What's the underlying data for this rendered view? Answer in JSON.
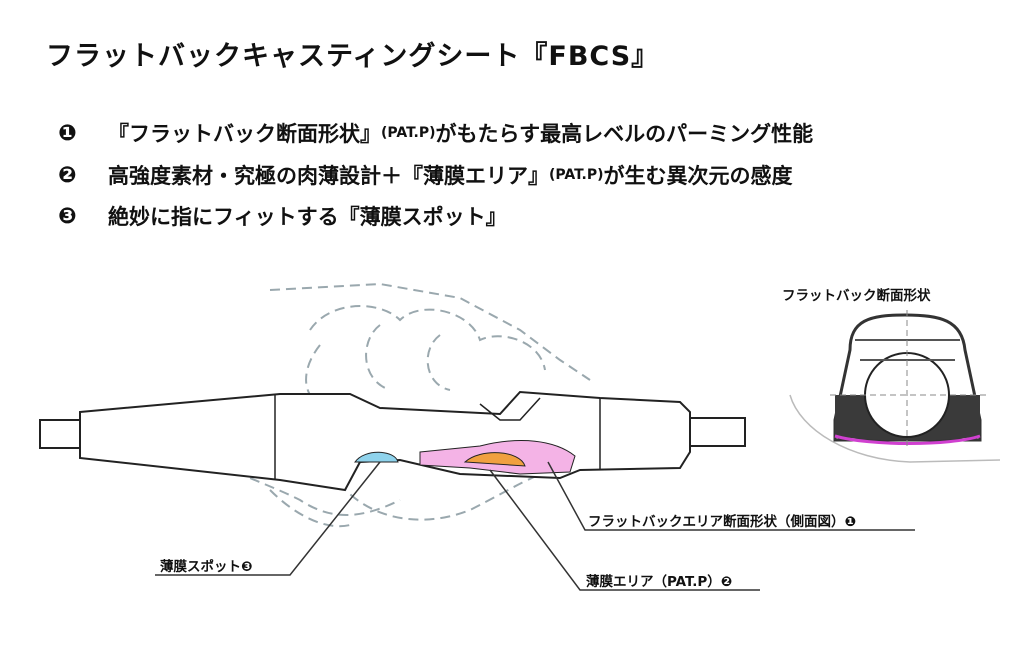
{
  "title": "フラットバックキャスティングシート『FBCS』",
  "features": [
    {
      "num": "❶",
      "text_a": "『フラットバック断面形状』",
      "pat": "(PAT.P)",
      "text_b": "がもたらす最高レベルのパーミング性能"
    },
    {
      "num": "❷",
      "text_a": "高強度素材・究極の肉薄設計＋『薄膜エリア』",
      "pat": "(PAT.P)",
      "text_b": "が生む異次元の感度"
    },
    {
      "num": "❸",
      "text_a": "絶妙に指にフィットする『薄膜スポット』",
      "pat": "",
      "text_b": ""
    }
  ],
  "diagram": {
    "inset_title": "フラットバック断面形状",
    "label_side_view": "フラットバックエリア断面形状（側面図）❶",
    "label_thin_spot": "薄膜スポット❸",
    "label_thin_area": "薄膜エリア（PAT.P）❷",
    "colors": {
      "thin_spot": "#8fd3ec",
      "thin_area": "#f4b3e6",
      "core": "#f0a040",
      "flat_back": "#3a3a3a",
      "flat_edge": "#d040d0"
    }
  }
}
